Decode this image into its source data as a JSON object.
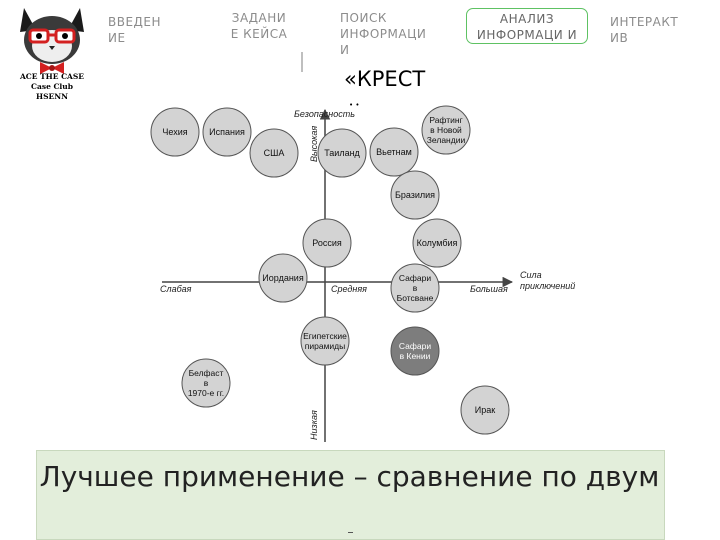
{
  "logo": {
    "lines": [
      "ACE THE CASE",
      "Case Club",
      "HSENN"
    ]
  },
  "nav": [
    {
      "label": "ВВЕДЕН ИЕ",
      "active": false
    },
    {
      "label": "ЗАДАНИ Е КЕЙСА",
      "active": false
    },
    {
      "label": "ПОИСК ИНФОРМАЦИ И",
      "active": false
    },
    {
      "label": "АНАЛИЗ ИНФОРМАЦИ И",
      "active": true
    },
    {
      "label": "ИНТЕРАКТ ИВ",
      "active": false
    }
  ],
  "slide_title": "«КРЕСТ",
  "diagram": {
    "y_axis_top": "Безопасность",
    "y_high": "Высокая",
    "y_mid": "Средняя",
    "y_low": "Низкая",
    "x_axis_right": [
      "Сила",
      "приключений"
    ],
    "x_weak": "Слабая",
    "x_strong": "Большая",
    "nodes": [
      {
        "id": "czech",
        "lines": [
          "Чехия"
        ]
      },
      {
        "id": "spain",
        "lines": [
          "Испания"
        ]
      },
      {
        "id": "usa",
        "lines": [
          "США"
        ]
      },
      {
        "id": "thailand",
        "lines": [
          "Таиланд"
        ]
      },
      {
        "id": "vietnam",
        "lines": [
          "Вьетнам"
        ]
      },
      {
        "id": "rafting",
        "lines": [
          "Рафтинг",
          "в Новой",
          "Зеландии"
        ]
      },
      {
        "id": "brazil",
        "lines": [
          "Бразилия"
        ]
      },
      {
        "id": "russia",
        "lines": [
          "Россия"
        ]
      },
      {
        "id": "colombia",
        "lines": [
          "Колумбия"
        ]
      },
      {
        "id": "jordan",
        "lines": [
          "Иордания"
        ]
      },
      {
        "id": "safari-botswana",
        "lines": [
          "Сафари",
          "в",
          "Ботсване"
        ]
      },
      {
        "id": "pyramids",
        "lines": [
          "Египетские",
          "пирамиды"
        ]
      },
      {
        "id": "safari-kenya",
        "lines": [
          "Сафари",
          "в Кении"
        ],
        "highlight": true
      },
      {
        "id": "belfast",
        "lines": [
          "Белфаст",
          "в",
          "1970-е гг."
        ]
      },
      {
        "id": "iraq",
        "lines": [
          "Ирак"
        ]
      }
    ],
    "colors": {
      "node_fill": "#d3d3d3",
      "node_highlight": "#7d7d7d",
      "stroke": "#555555"
    }
  },
  "footer": {
    "text": "Лучшее применение – сравнение по двум"
  }
}
